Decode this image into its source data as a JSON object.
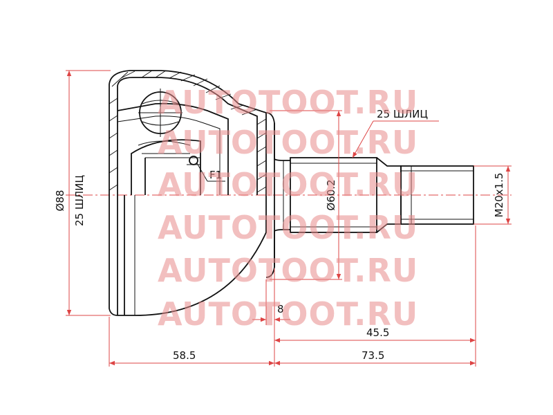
{
  "watermark": {
    "text": "AUTOTOOT.RU",
    "color": "#e88a8a"
  },
  "dimensions": {
    "outer_diameter": "Ø88",
    "inner_splines": "25 ШЛИЦ",
    "outer_splines": "25 ШЛИЦ",
    "shaft_diameter": "Ø60.2",
    "thread": "M20x1.5",
    "flange_width": "8",
    "stub_length": "45.5",
    "body_length": "58.5",
    "total_length": "73.5",
    "label_f1": "F1"
  },
  "colors": {
    "line": "#111111",
    "dimension_line": "#dd4444"
  }
}
